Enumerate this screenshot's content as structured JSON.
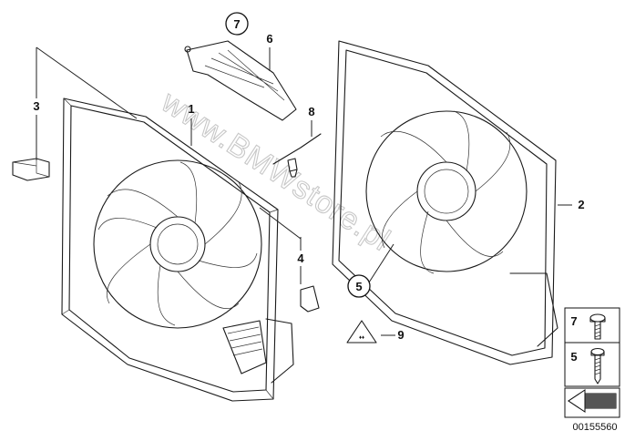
{
  "callouts": {
    "c1": "1",
    "c2": "2",
    "c3": "3",
    "c4": "4",
    "c5": "5",
    "c6": "6",
    "c7": "7",
    "c8": "8",
    "c9": "9"
  },
  "legend": {
    "screw_top": "7",
    "screw_bottom": "5"
  },
  "watermark": "www.BMWstore.pl",
  "catalog_number": "00155560"
}
